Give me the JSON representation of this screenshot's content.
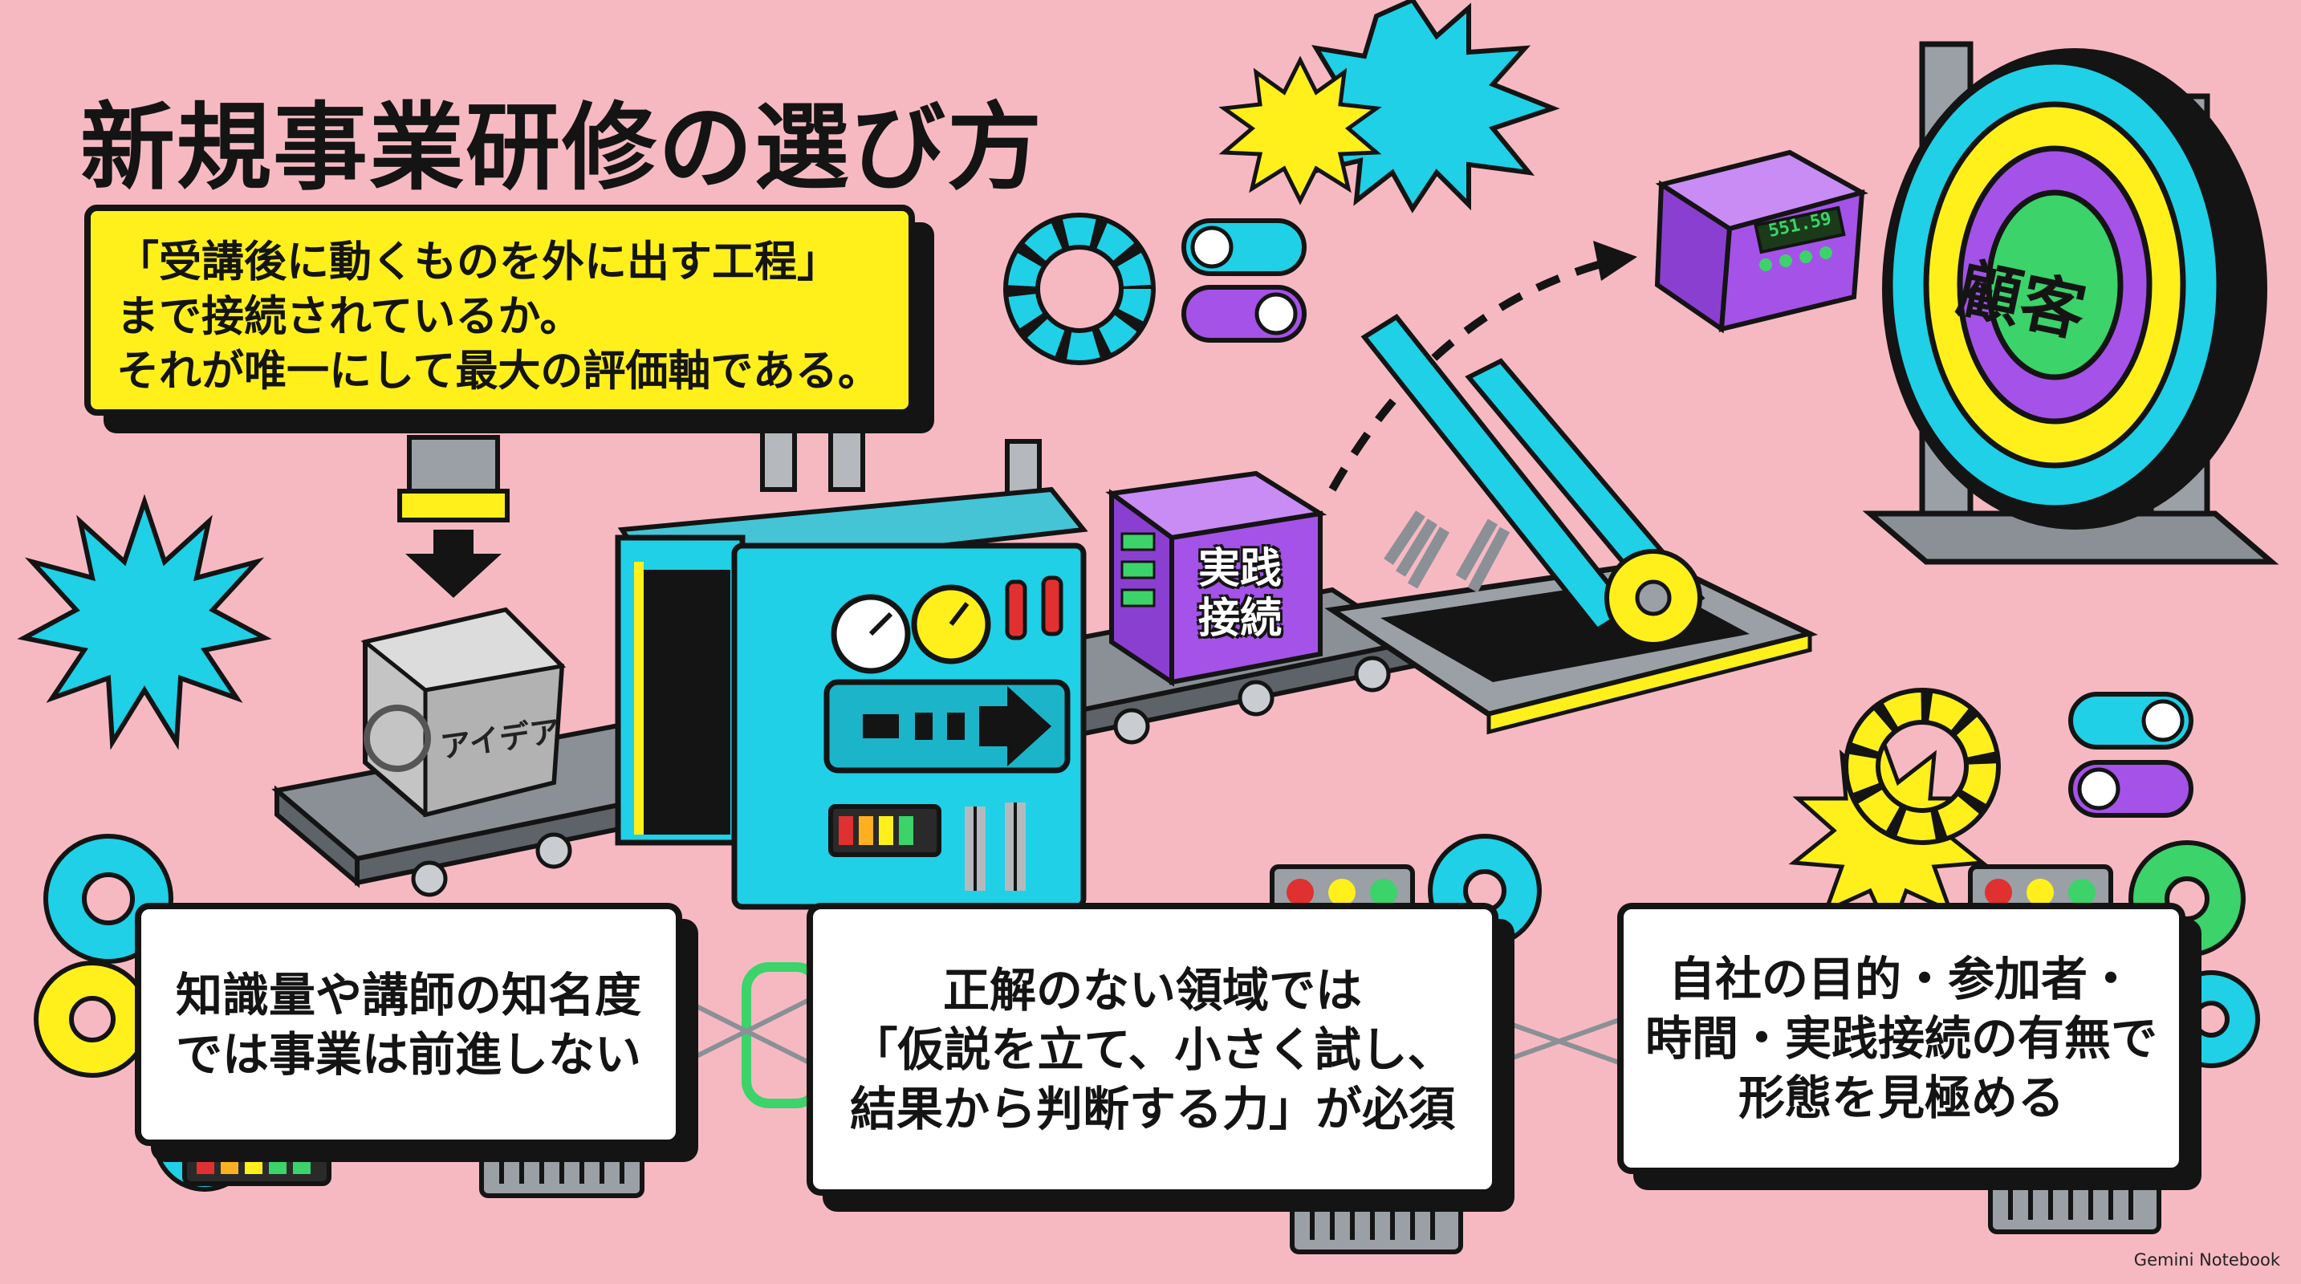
{
  "title": "新規事業研修の選び方",
  "callout": {
    "lines": [
      "「受講後に動くものを外に出す工程」",
      "まで接続されているか。",
      "それが唯一にして最大の評価軸である。"
    ]
  },
  "labels": {
    "idea": "アイデア",
    "practice_line1": "実践",
    "practice_line2": "接続",
    "customer": "顧客",
    "device_display": "551.59"
  },
  "cards": [
    {
      "lines": [
        "知識量や講師の知名度",
        "では事業は前進しない"
      ]
    },
    {
      "lines": [
        "正解のない領域では",
        "「仮説を立て、小さく試し、",
        "結果から判断する力」が必須"
      ]
    },
    {
      "lines": [
        "自社の目的・参加者・",
        "時間・実践接続の有無で",
        "形態を見極める"
      ]
    }
  ],
  "watermark": "Gemini Notebook",
  "colors": {
    "background": "#f6b9c2",
    "yellow": "#fff01c",
    "cyan": "#1fd0e6",
    "purple": "#a552e8",
    "green": "#3bd36a",
    "outline": "#141414"
  }
}
